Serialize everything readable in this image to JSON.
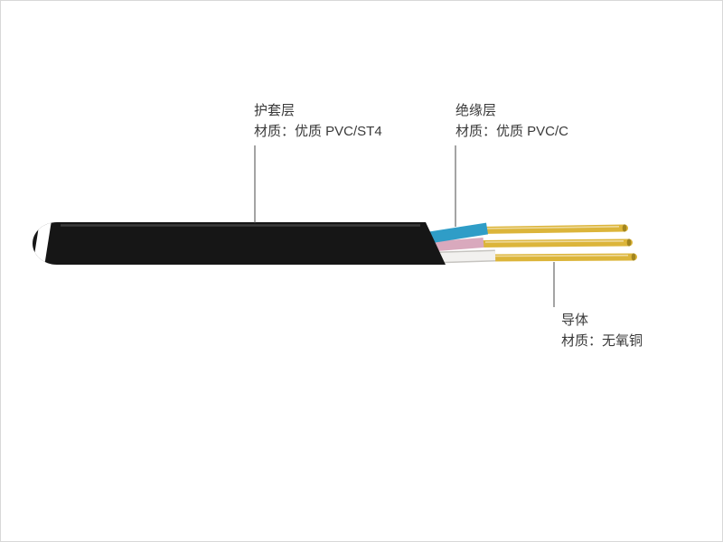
{
  "diagram": {
    "type": "cable-structure-annotated",
    "labels": {
      "sheath": {
        "name": "护套层",
        "material": "材质：优质 PVC/ST4"
      },
      "insulation": {
        "name": "绝缘层",
        "material": "材质：优质 PVC/C"
      },
      "conductor": {
        "name": "导体",
        "material": "材质：无氧铜"
      }
    },
    "colors": {
      "sheath": "#161616",
      "sheath_stripe": "#ffffff",
      "insulation_blue": "#2f9dc7",
      "insulation_pink": "#d9a9bd",
      "insulation_white": "#f2f1ef",
      "insulation_white_edge": "#c6c4c0",
      "conductor": "#dcb53a",
      "conductor_tip": "#a2851f",
      "leader_line": "#4a4a4a",
      "text": "#3a3a3a",
      "background": "#ffffff"
    }
  }
}
